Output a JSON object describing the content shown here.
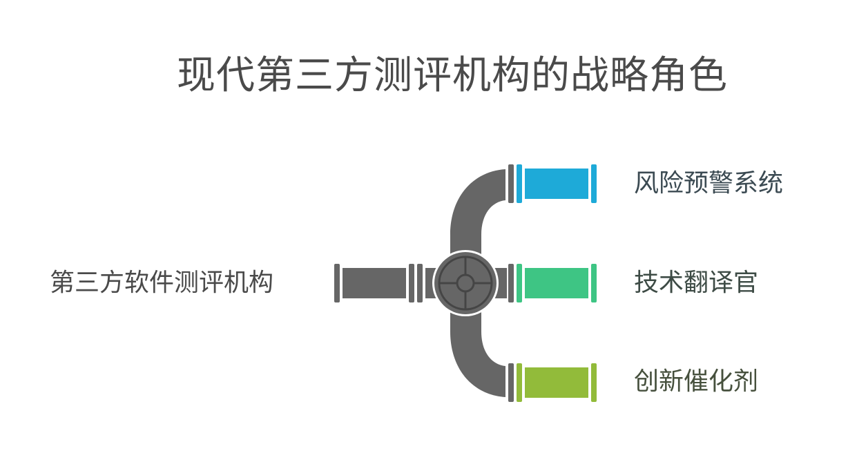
{
  "title": "现代第三方测评机构的战略角色",
  "source": {
    "label": "第三方软件测评机构"
  },
  "branches": [
    {
      "label": "风险预警系统",
      "color": "#1eaad8"
    },
    {
      "label": "技术翻译官",
      "color": "#3ec584"
    },
    {
      "label": "创新催化剂",
      "color": "#92bb3a"
    }
  ],
  "colors": {
    "pipe": "#666666",
    "valve_handle": "#454545",
    "title_text": "#4a4a4a"
  },
  "icons": {
    "valve": "valve-wheel-icon"
  }
}
